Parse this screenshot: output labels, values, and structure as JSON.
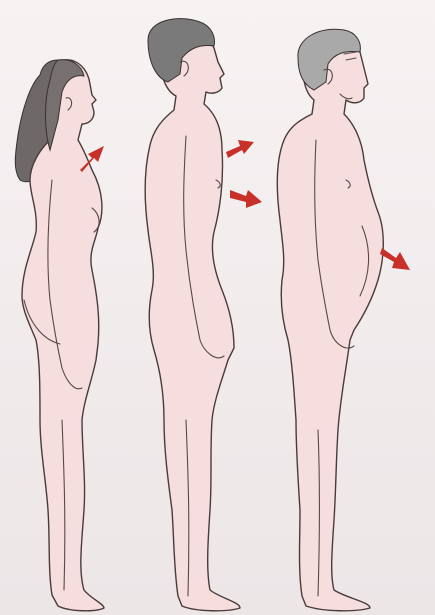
{
  "colors": {
    "skin": "#f6dede",
    "outline": "#4a3b3b",
    "arrow": "#c8312a",
    "hair_woman": "#6e6868",
    "hair_man": "#7a7a7a",
    "hair_elder": "#a9a9a9"
  },
  "figures": [
    {
      "id": "woman",
      "arrow_direction": "up-right"
    },
    {
      "id": "young-man",
      "arrow_directions": [
        "up-right",
        "down-right"
      ]
    },
    {
      "id": "older-man",
      "arrow_direction": "down-right"
    }
  ]
}
